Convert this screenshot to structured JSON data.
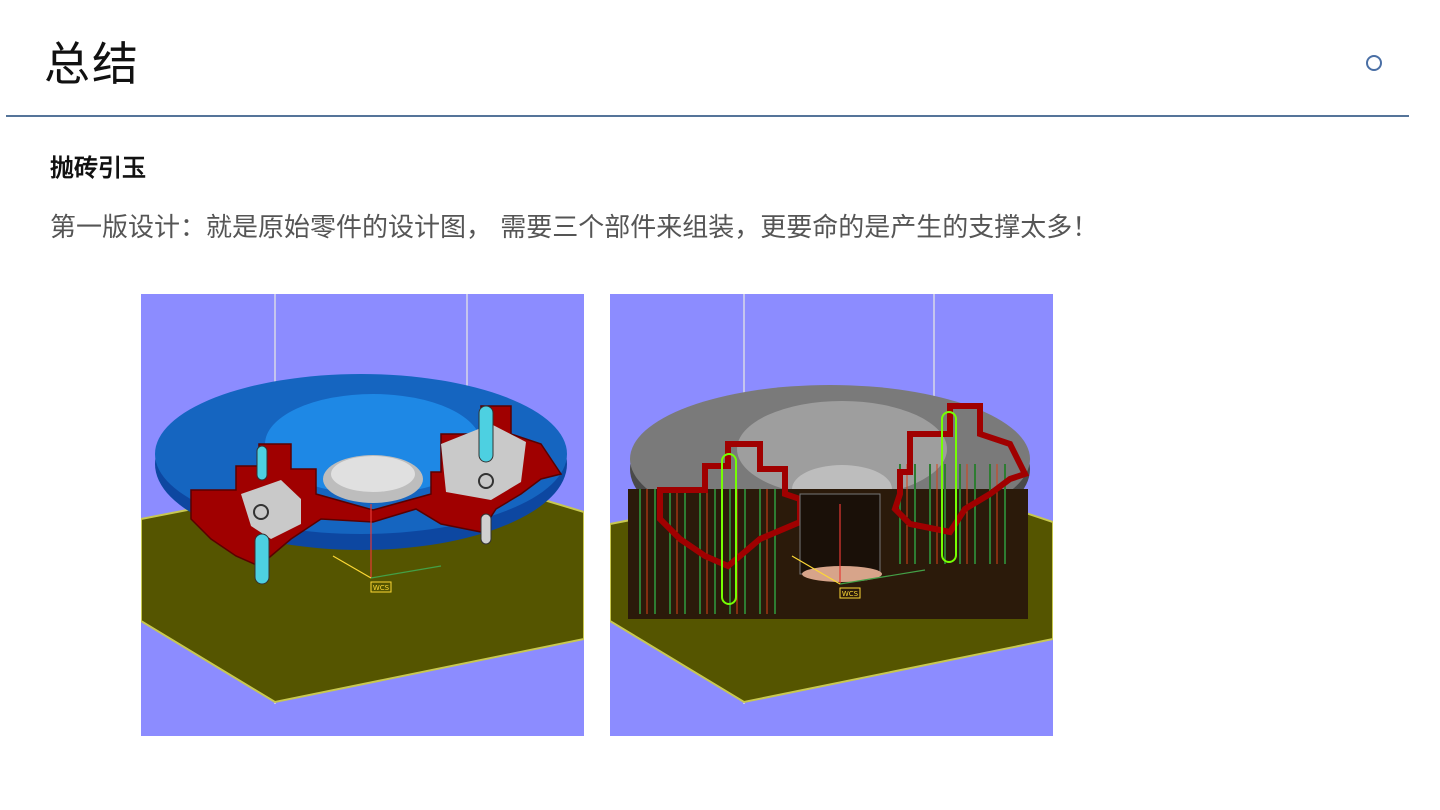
{
  "slide": {
    "title": "总结",
    "subheading": "抛砖引玉",
    "body": "第一版设计：就是原始零件的设计图， 需要三个部件来组装，更要命的是产生的支撑太多！"
  },
  "figures": [
    {
      "name": "design-without-supports",
      "wcs_label": "WCS"
    },
    {
      "name": "design-with-supports",
      "wcs_label": "WCS"
    }
  ],
  "colors": {
    "accent": "#4A6FA5",
    "rule": "#557499",
    "background_3d": "#8C8CFF",
    "build_plate": "#555500",
    "part_blue": "#1565C0",
    "part_gray": "#7A7A7A",
    "section_red": "#A00000"
  }
}
